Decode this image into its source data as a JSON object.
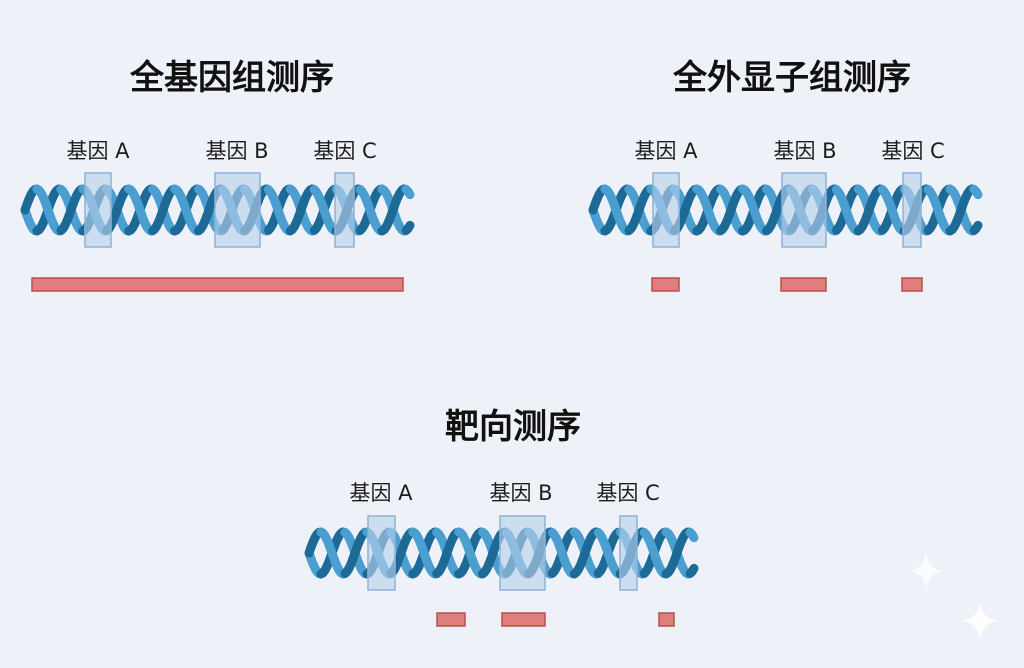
{
  "colors": {
    "background": "#eef2f8",
    "strand_dark": "#1e6a96",
    "strand_light": "#4a9fd0",
    "gene_box_fill": "#b8d1ec",
    "gene_box_stroke": "#8eb2d8",
    "read_fill": "#e07d7d",
    "read_stroke": "#b84e4e"
  },
  "panels": [
    {
      "id": "wgs",
      "title": "全基因组测序",
      "genes": [
        "基因 A",
        "基因 B",
        "基因 C"
      ],
      "coverage": "whole-genome"
    },
    {
      "id": "wes",
      "title": "全外显子组测序",
      "genes": [
        "基因 A",
        "基因 B",
        "基因 C"
      ],
      "coverage": "exons"
    },
    {
      "id": "targeted",
      "title": "靶向测序",
      "genes": [
        "基因 A",
        "基因 B",
        "基因 C"
      ],
      "coverage": "targeted-regions"
    }
  ],
  "decorations": [
    "sparkle-icon",
    "sparkle-icon"
  ]
}
